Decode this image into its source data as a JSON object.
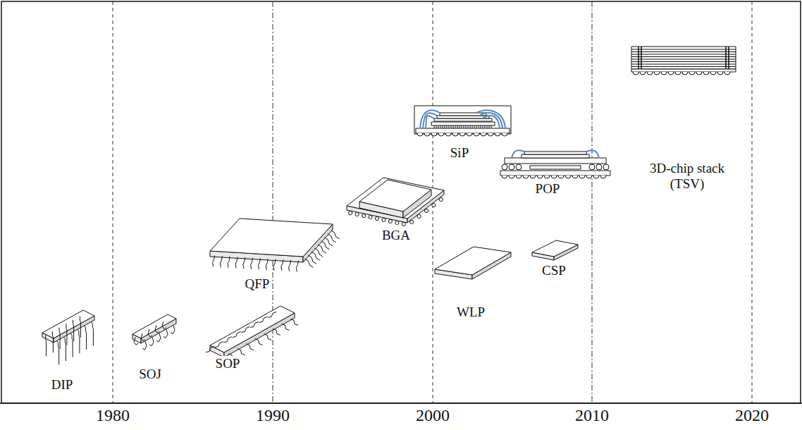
{
  "diagram": {
    "labels": [
      "DIP",
      "SOJ",
      "SOP",
      "QFP",
      "BGA",
      "WLP",
      "CSP",
      "SiP",
      "POP",
      "3D-chip stack (TSV)",
      "1980",
      "1990",
      "2000",
      "2010",
      "2020"
    ]
  }
}
